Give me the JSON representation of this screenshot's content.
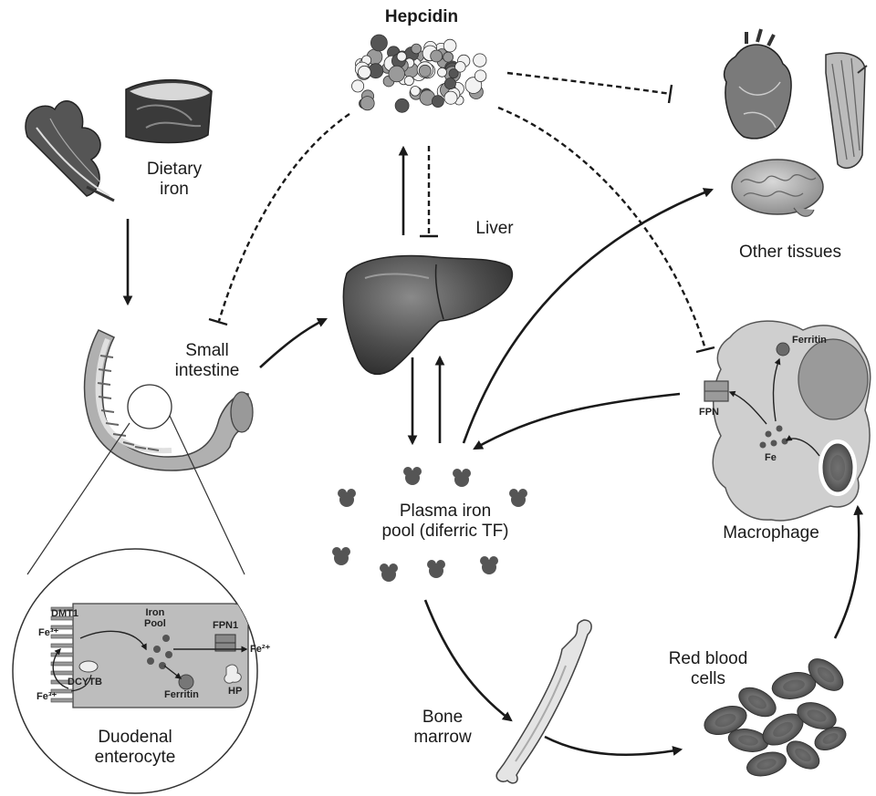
{
  "colors": {
    "organ": "#555555",
    "organ_dark": "#333333",
    "macrophage": "#c9c9c9",
    "enterocyte": "#b9b9b9",
    "arrow": "#1a1a1a"
  },
  "labels": {
    "hepcidin": "Hepcidin",
    "dietary_iron": "Dietary\niron",
    "liver": "Liver",
    "other_tissues": "Other tissues",
    "small_intestine": "Small\nintestine",
    "plasma_pool": "Plasma iron\npool (diferric TF)",
    "macrophage": "Macrophage",
    "red_blood_cells": "Red blood\ncells",
    "bone_marrow": "Bone\nmarrow",
    "duodenal_enterocyte": "Duodenal\nenterocyte"
  },
  "macrophage_labels": {
    "ferritin": "Ferritin",
    "fpn": "FPN",
    "fe": "Fe"
  },
  "enterocyte_labels": {
    "dmt1": "DMT1",
    "fe3_top": "Fe³⁺",
    "fe3_bottom": "Fe³⁺",
    "dcytb": "DCYTB",
    "iron_pool": "Iron\nPool",
    "ferritin": "Ferritin",
    "fpn1": "FPN1",
    "fe2_out": "Fe²⁺",
    "hp": "HP"
  },
  "icons": [
    "hepcidin-molecule-icon",
    "leafy-greens-icon",
    "meat-steak-icon",
    "heart-icon",
    "muscle-icon",
    "brain-icon",
    "liver-icon",
    "small-intestine-icon",
    "macrophage-cell-icon",
    "transferrin-molecule-icon",
    "bone-icon",
    "red-blood-cell-icon",
    "enterocyte-cell-icon"
  ]
}
